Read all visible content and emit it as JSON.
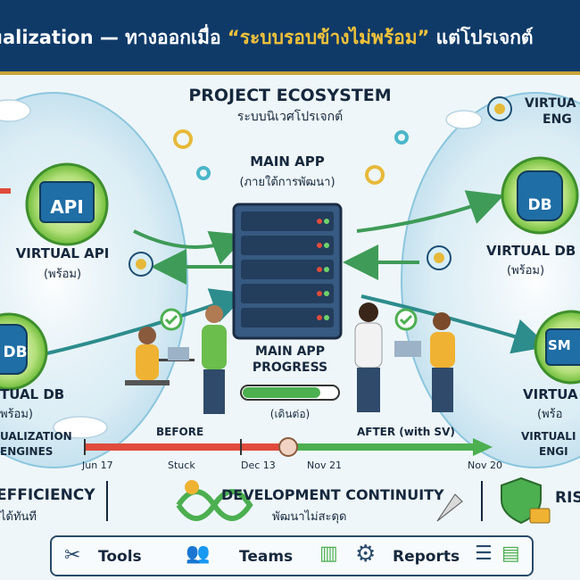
{
  "banner": {
    "prefix": "ualization — ทางออกเมื่อ ",
    "highlight": "“ระบบรอบข้างไม่พร้อม”",
    "suffix": " แต่โปรเจกต์"
  },
  "ecosystem": {
    "title": "PROJECT ECOSYSTEM",
    "subtitle": "ระบบนิเวศโปรเจกต์"
  },
  "main_app": {
    "label": "MAIN APP",
    "sublabel": "(ภายใต้การพัฒนา)",
    "progress_label_line1": "MAIN APP",
    "progress_label_line2": "PROGRESS",
    "progress_status": "(เดินต่อ)",
    "progress_fraction": 0.82
  },
  "left": {
    "api_badge": "API",
    "api_label": "VIRTUAL API",
    "api_status": "(พร้อม)",
    "db_badge": "DB",
    "db_label": "TUAL DB",
    "db_status": "พร้อม)",
    "engine_line1": "UALIZATION",
    "engine_line2": "ENGINES"
  },
  "right": {
    "top_label_line1": "VIRTUA",
    "top_label_line2": "ENG",
    "db_badge": "DB",
    "db_label": "VIRTUAL DB",
    "db_status": "(พร้อม)",
    "sm_badge": "SM",
    "sm_label": "VIRTUA",
    "sm_status": "(พร้อ",
    "engine_line1": "VIRTUALI",
    "engine_line2": "ENGI"
  },
  "timeline": {
    "before_label": "BEFORE",
    "after_label": "AFTER (with SV)",
    "ticks": [
      "Jun 17",
      "Stuck",
      "Dec 13",
      "Nov 21",
      "Nov 20"
    ]
  },
  "benefits": {
    "efficiency_title": "EFFICIENCY",
    "efficiency_sub": "ได้ทันที",
    "continuity_title": "DEVELOPMENT CONTINUITY",
    "continuity_sub": "พัฒนาไม่สะดุด",
    "risk_title": "RIS"
  },
  "footer": {
    "tools": "Tools",
    "teams": "Teams",
    "reports": "Reports"
  },
  "colors": {
    "banner_bg": "#0f3a68",
    "highlight": "#f3c23a",
    "green": "#4caf50",
    "red": "#e04b3c"
  }
}
